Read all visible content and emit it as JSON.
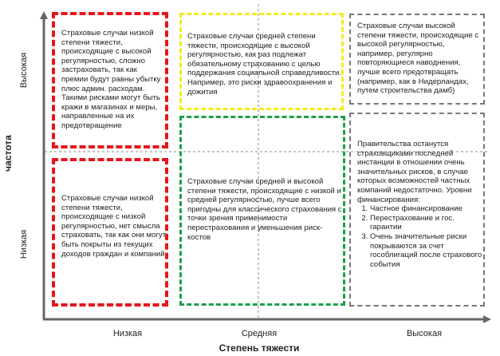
{
  "axes": {
    "y_title": "частота",
    "y_high": "Высокая",
    "y_low": "Низкая",
    "x_title": "Степень тяжести",
    "x_low": "Низкая",
    "x_mid": "Средняя",
    "x_high": "Высокая"
  },
  "boxes": {
    "low_sev_high_freq": "Страховые случаи низкой степени тяжести, происходящие с высокой регулярностью, сложно застраховать, так как премии  будут равны убытку плюс админ. расходам. Такими рисками могут быть кражи в магазинах и меры, направленные на их предотвращение",
    "mid_sev_high_freq": "Страховые случаи средней степени тяжести,  происходящие с высокой регулярностью,  как раз подлежат обязательному страхованию с целью поддержания социальной справедливости. Например, это риски здравоохранения и дожития",
    "high_sev_high_freq": "Страховые случаи высокой степени тяжести, происходящие с высокой регулярностью, например, регулярно повторяющиеся наводнения, лучше всего предотвращать (например, как в Нидерландах, путем строительства дамб)",
    "low_sev_low_freq": "Страховые случаи низкой степени тяжести, происходящие с низкой регулярностью, нет смысла страховать, так как они могут быть покрыты из текущих доходов граждан и компаний",
    "mid_sev_low_freq": "Страховые случаи средней и высокой степени тяжести, происходящие с низкой и средней регулярностью, лучше всего пригодны для классического страхования с точки зрения применимости перестрахования и уменьшения риск-костов",
    "high_sev_low_freq": {
      "intro": "Правительства останутся страховщиками последней инстанции в отношении очень значительных рисков, в случае которых возможностей частных компаний недостаточно. Уровни финансирования:",
      "items": [
        "Частное финансирование",
        "Перестрахование и гос. гарантии",
        "Очень значительные риски покрываются за счет гособлигаций после страхового события"
      ]
    }
  },
  "colors": {
    "red": "#e8141c",
    "yellow": "#f2ec1c",
    "green": "#1aa04a",
    "gray": "#777777"
  }
}
